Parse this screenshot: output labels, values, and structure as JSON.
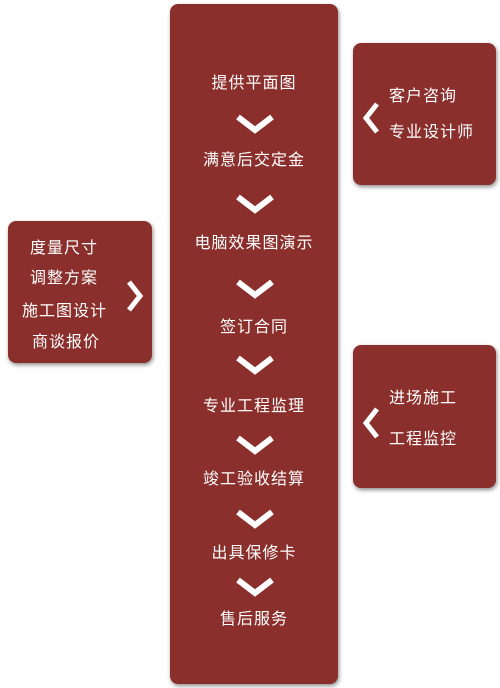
{
  "main_flow": {
    "steps": [
      "提供平面图",
      "满意后交定金",
      "电脑效果图演示",
      "签订合同",
      "专业工程监理",
      "竣工验收结算",
      "出具保修卡",
      "售后服务"
    ]
  },
  "left_box": {
    "lines": [
      "度量尺寸",
      "调整方案",
      "施工图设计",
      "商谈报价"
    ]
  },
  "right_top_box": {
    "lines": [
      "客户咨询",
      "专业设计师"
    ]
  },
  "right_bottom_box": {
    "lines": [
      "进场施工",
      "工程监控"
    ]
  },
  "colors": {
    "panel": "#8b2f2c",
    "text": "#ffffff"
  }
}
